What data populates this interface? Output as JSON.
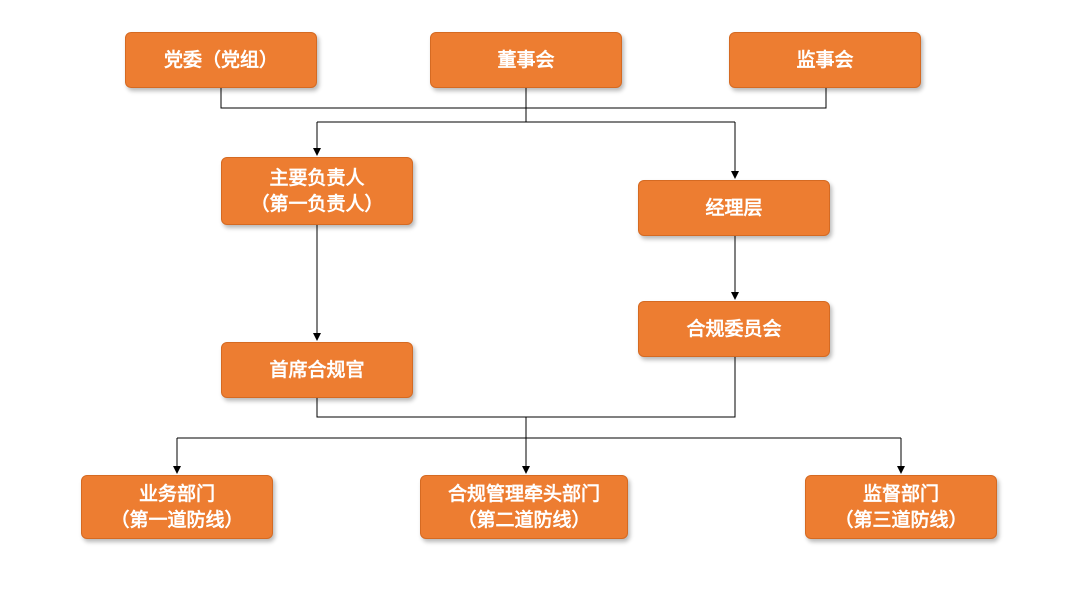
{
  "nodes": {
    "party_committee": {
      "lines": [
        "党委（党组）"
      ]
    },
    "board": {
      "lines": [
        "董事会"
      ]
    },
    "supervisory_board": {
      "lines": [
        "监事会"
      ]
    },
    "principal_head": {
      "lines": [
        "主要负责人",
        "（第一负责人）"
      ]
    },
    "management": {
      "lines": [
        "经理层"
      ]
    },
    "compliance_committee": {
      "lines": [
        "合规委员会"
      ]
    },
    "chief_compliance_officer": {
      "lines": [
        "首席合规官"
      ]
    },
    "business_dept": {
      "lines": [
        "业务部门",
        "（第一道防线）"
      ]
    },
    "compliance_lead_dept": {
      "lines": [
        "合规管理牵头部门",
        "（第二道防线）"
      ]
    },
    "audit_dept": {
      "lines": [
        "监督部门",
        "（第三道防线）"
      ]
    }
  },
  "colors": {
    "node_fill": "#ED7D31",
    "node_text": "#FFFFFF",
    "connector": "#000000"
  }
}
